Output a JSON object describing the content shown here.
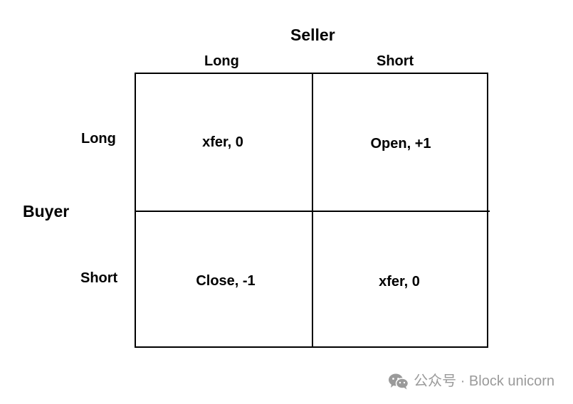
{
  "header": {
    "seller": "Seller",
    "buyer": "Buyer"
  },
  "columns": [
    "Long",
    "Short"
  ],
  "rows": [
    "Long",
    "Short"
  ],
  "cells": [
    [
      "xfer, 0",
      "Open, +1"
    ],
    [
      "Close, -1",
      "xfer, 0"
    ]
  ],
  "watermark": {
    "text": "公众号 · Block unicorn",
    "icon": "wechat-icon",
    "color": "#9a9a9a"
  }
}
